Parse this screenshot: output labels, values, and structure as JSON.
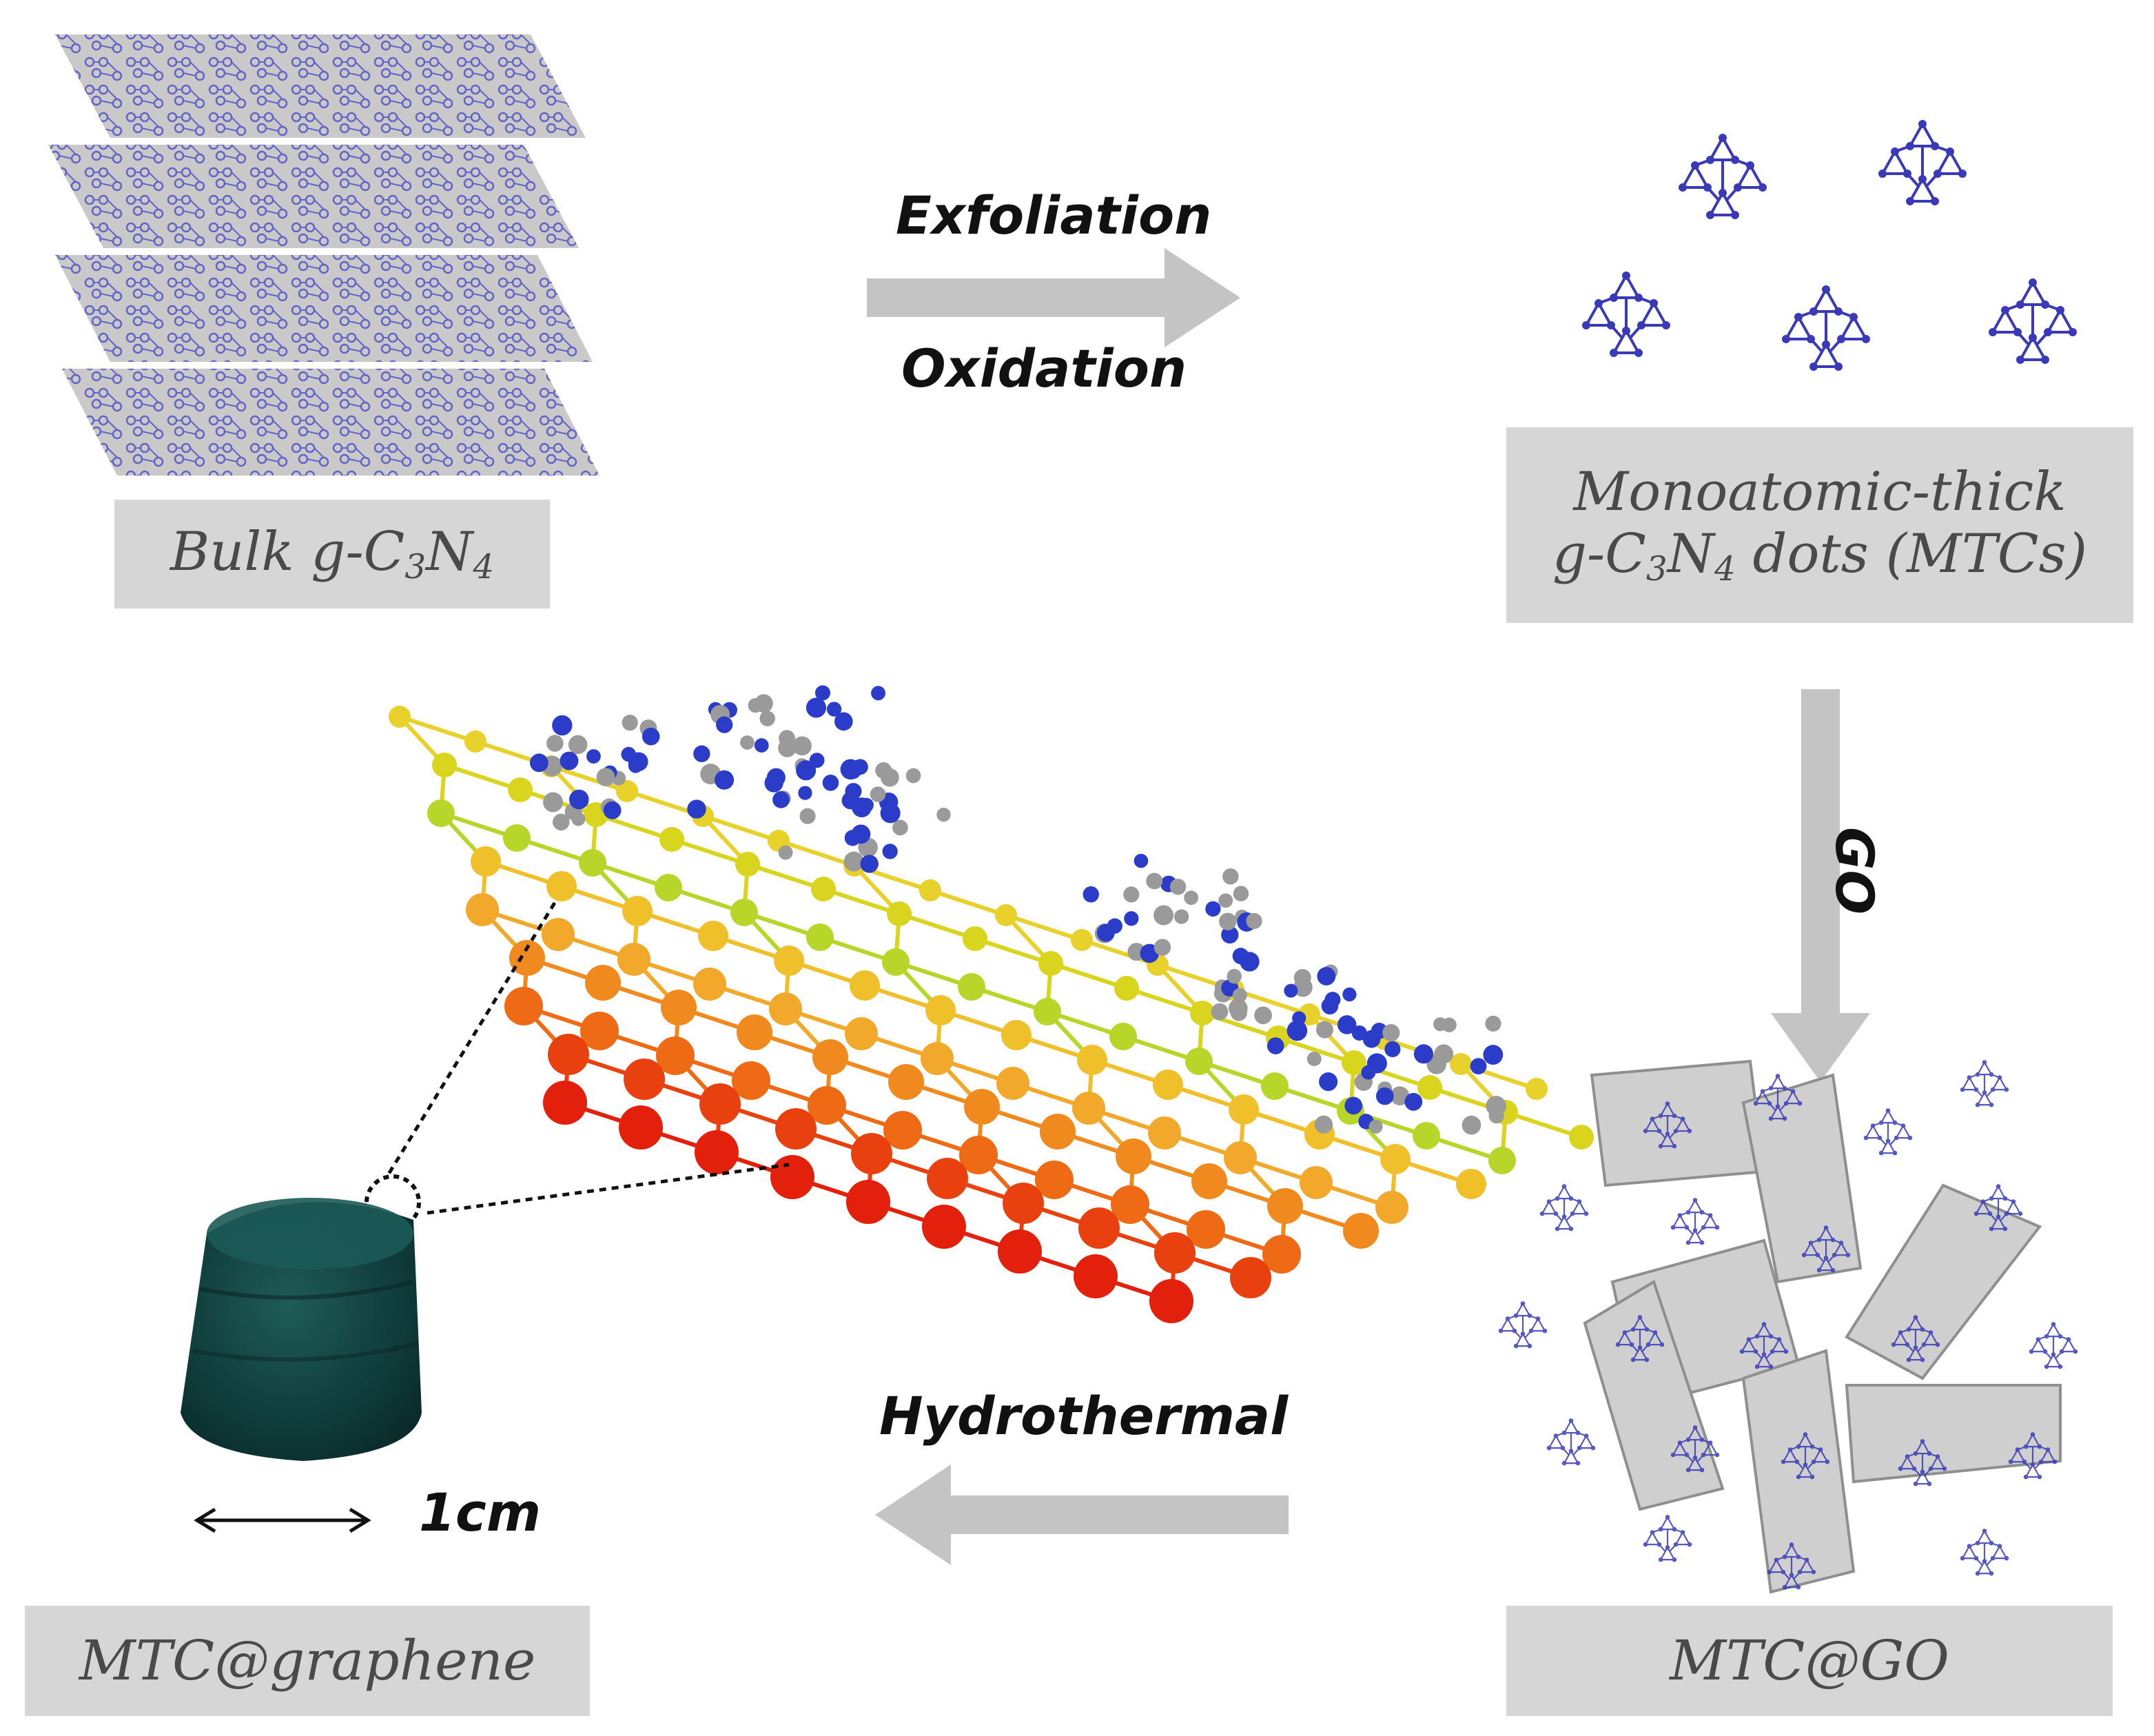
{
  "labels": {
    "bulk_prefix": "Bulk g-C",
    "bulk_sub1": "3",
    "bulk_mid": "N",
    "bulk_sub2": "4",
    "mtc_line1": "Monoatomic-thick",
    "mtc_prefix": "g-C",
    "mtc_sub1": "3",
    "mtc_mid": "N",
    "mtc_sub2": "4",
    "mtc_suffix": " dots (MTCs)",
    "mtc_go": "MTC@GO",
    "mtc_graphene": "MTC@graphene"
  },
  "steps": {
    "exfoliation": "Exfoliation",
    "oxidation": "Oxidation",
    "go": "GO",
    "hydrothermal": "Hydrothermal",
    "scale": "1cm"
  },
  "colors": {
    "label_bg": "#d6d6d6",
    "arrow": "#c4c4c4",
    "sheet": "#c9c9c9",
    "nitrogen": "#3a3ab8",
    "carbon": "#9a9a9a",
    "monolith": "#0f3b3a"
  }
}
